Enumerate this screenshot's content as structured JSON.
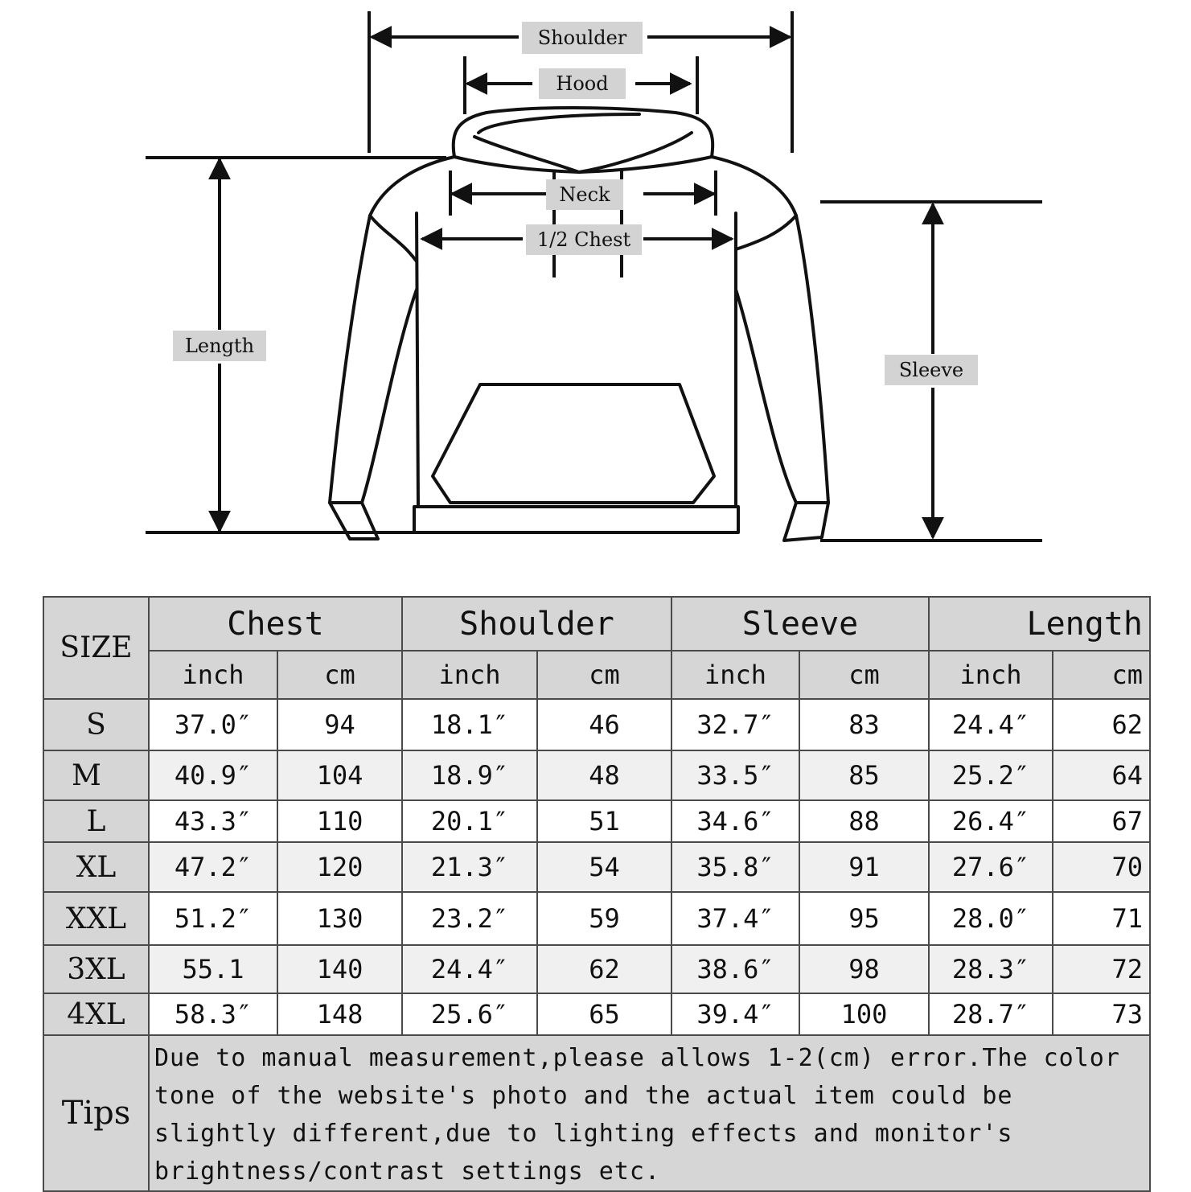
{
  "diagram": {
    "labels": {
      "shoulder": "Shoulder",
      "hood": "Hood",
      "neck": "Neck",
      "half_chest": "1/2 Chest",
      "length": "Length",
      "sleeve": "Sleeve"
    }
  },
  "table": {
    "size_header": "SIZE",
    "groups": [
      "Chest",
      "Shoulder",
      "Sleeve",
      "Length"
    ],
    "units": [
      "inch",
      "cm",
      "inch",
      "cm",
      "inch",
      "cm",
      "inch",
      "cm"
    ],
    "rows": [
      {
        "size": "S",
        "values": [
          "37.0″",
          "94",
          "18.1″",
          "46",
          "32.7″",
          "83",
          "24.4″",
          "62"
        ]
      },
      {
        "size": "M",
        "values": [
          "40.9″",
          "104",
          "18.9″",
          "48",
          "33.5″",
          "85",
          "25.2″",
          "64"
        ]
      },
      {
        "size": "L",
        "values": [
          "43.3″",
          "110",
          "20.1″",
          "51",
          "34.6″",
          "88",
          "26.4″",
          "67"
        ]
      },
      {
        "size": "XL",
        "values": [
          "47.2″",
          "120",
          "21.3″",
          "54",
          "35.8″",
          "91",
          "27.6″",
          "70"
        ]
      },
      {
        "size": "XXL",
        "values": [
          "51.2″",
          "130",
          "23.2″",
          "59",
          "37.4″",
          "95",
          "28.0″",
          "71"
        ]
      },
      {
        "size": "3XL",
        "values": [
          "55.1",
          "140",
          "24.4″",
          "62",
          "38.6″",
          "98",
          "28.3″",
          "72"
        ]
      },
      {
        "size": "4XL",
        "values": [
          "58.3″",
          "148",
          "25.6″",
          "65",
          "39.4″",
          "100",
          "28.7″",
          "73"
        ]
      }
    ],
    "tips_label": "Tips",
    "tips_text": "Due to manual measurement,please allows 1-2(cm) error.The color tone of the website's photo and the actual item could be slightly different,due to lighting effects and monitor's brightness/contrast settings etc."
  }
}
